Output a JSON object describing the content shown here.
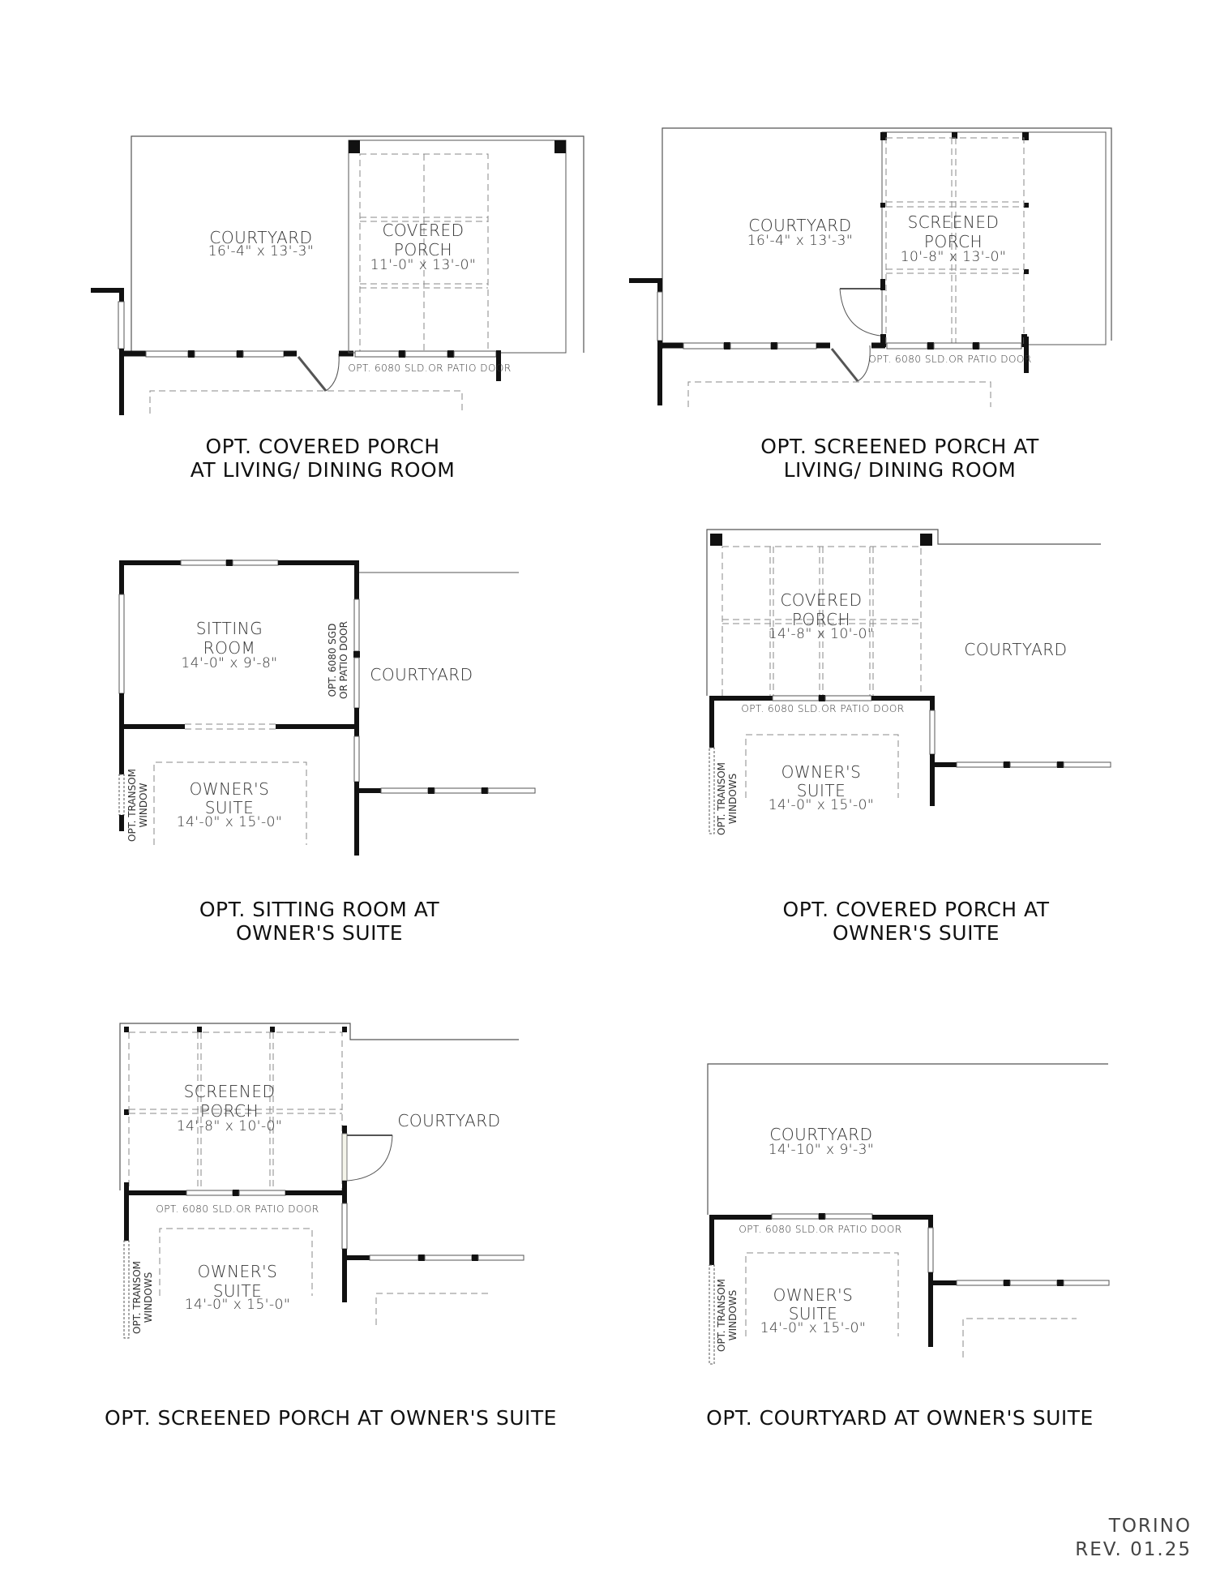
{
  "sheet": {
    "plan_name": "TORINO",
    "revision": "REV. 01.25"
  },
  "panels": [
    {
      "caption": [
        "OPT. COVERED PORCH",
        "AT LIVING/ DINING ROOM"
      ],
      "rooms": [
        {
          "name": [
            "COURTYARD"
          ],
          "dim": "16'-4\" x 13'-3\""
        },
        {
          "name": [
            "COVERED",
            "PORCH"
          ],
          "dim": "11'-0\" x 13'-0\""
        }
      ],
      "notes": [
        "OPT. 6080 SLD.OR PATIO DOOR"
      ]
    },
    {
      "caption": [
        "OPT. SCREENED PORCH AT",
        "LIVING/ DINING ROOM"
      ],
      "rooms": [
        {
          "name": [
            "COURTYARD"
          ],
          "dim": "16'-4\" x 13'-3\""
        },
        {
          "name": [
            "SCREENED",
            "PORCH"
          ],
          "dim": "10'-8\" x 13'-0\""
        }
      ],
      "notes": [
        "OPT. 6080 SLD.OR PATIO DOOR"
      ]
    },
    {
      "caption": [
        "OPT. SITTING ROOM AT",
        "OWNER'S SUITE"
      ],
      "rooms": [
        {
          "name": [
            "SITTING",
            "ROOM"
          ],
          "dim": "14'-0\" x 9'-8\""
        },
        {
          "name": [
            "COURTYARD"
          ],
          "dim": ""
        },
        {
          "name": [
            "OWNER'S",
            "SUITE"
          ],
          "dim": "14'-0\" x 15'-0\""
        }
      ],
      "notes": [
        "OPT. 6080 SGD",
        "OR PATIO DOOR",
        "OPT. TRANSOM",
        "WINDOW"
      ]
    },
    {
      "caption": [
        "OPT. COVERED PORCH AT",
        "OWNER'S SUITE"
      ],
      "rooms": [
        {
          "name": [
            "COVERED",
            "PORCH"
          ],
          "dim": "14'-8\" x 10'-0\""
        },
        {
          "name": [
            "COURTYARD"
          ],
          "dim": ""
        },
        {
          "name": [
            "OWNER'S",
            "SUITE"
          ],
          "dim": "14'-0\" x 15'-0\""
        }
      ],
      "notes": [
        "OPT. 6080 SLD.OR PATIO DOOR",
        "OPT. TRANSOM",
        "WINDOWS"
      ]
    },
    {
      "caption": [
        "OPT. SCREENED PORCH AT OWNER'S SUITE"
      ],
      "rooms": [
        {
          "name": [
            "SCREENED",
            "PORCH"
          ],
          "dim": "14'-8\" x 10'-0\""
        },
        {
          "name": [
            "COURTYARD"
          ],
          "dim": ""
        },
        {
          "name": [
            "OWNER'S",
            "SUITE"
          ],
          "dim": "14'-0\" x 15'-0\""
        }
      ],
      "notes": [
        "OPT. 6080 SLD.OR PATIO DOOR",
        "OPT. TRANSOM",
        "WINDOWS"
      ]
    },
    {
      "caption": [
        "OPT. COURTYARD AT OWNER'S SUITE"
      ],
      "rooms": [
        {
          "name": [
            "COURTYARD"
          ],
          "dim": "14'-10\" x 9'-3\""
        },
        {
          "name": [
            "OWNER'S",
            "SUITE"
          ],
          "dim": "14'-0\" x 15'-0\""
        }
      ],
      "notes": [
        "OPT. 6080 SLD.OR PATIO DOOR",
        "OPT. TRANSOM",
        "WINDOWS"
      ]
    }
  ],
  "colors": {
    "wall": "#111111",
    "thin_line": "#555555",
    "dashed": "#888888",
    "text": "#333333"
  }
}
